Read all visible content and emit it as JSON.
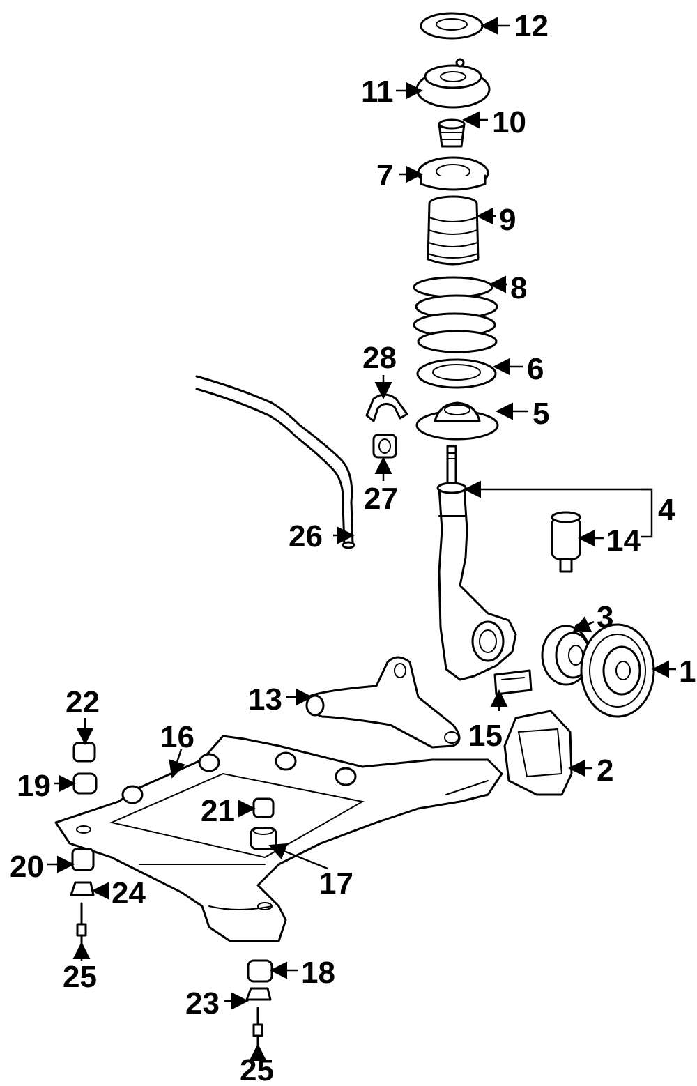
{
  "colors": {
    "ink": "#000000",
    "paper": "#ffffff"
  },
  "callouts": [
    {
      "id": "c1",
      "label": "1"
    },
    {
      "id": "c2",
      "label": "2"
    },
    {
      "id": "c3",
      "label": "3"
    },
    {
      "id": "c4",
      "label": "4"
    },
    {
      "id": "c5",
      "label": "5"
    },
    {
      "id": "c6",
      "label": "6"
    },
    {
      "id": "c7",
      "label": "7"
    },
    {
      "id": "c8",
      "label": "8"
    },
    {
      "id": "c9",
      "label": "9"
    },
    {
      "id": "c10",
      "label": "10"
    },
    {
      "id": "c11",
      "label": "11"
    },
    {
      "id": "c12",
      "label": "12"
    },
    {
      "id": "c13",
      "label": "13"
    },
    {
      "id": "c14",
      "label": "14"
    },
    {
      "id": "c15",
      "label": "15"
    },
    {
      "id": "c16",
      "label": "16"
    },
    {
      "id": "c17",
      "label": "17"
    },
    {
      "id": "c18",
      "label": "18"
    },
    {
      "id": "c19",
      "label": "19"
    },
    {
      "id": "c20",
      "label": "20"
    },
    {
      "id": "c21",
      "label": "21"
    },
    {
      "id": "c22",
      "label": "22"
    },
    {
      "id": "c23",
      "label": "23"
    },
    {
      "id": "c24",
      "label": "24"
    },
    {
      "id": "c25a",
      "label": "25"
    },
    {
      "id": "c25b",
      "label": "25"
    },
    {
      "id": "c26",
      "label": "26"
    },
    {
      "id": "c27",
      "label": "27"
    },
    {
      "id": "c28",
      "label": "28"
    }
  ]
}
